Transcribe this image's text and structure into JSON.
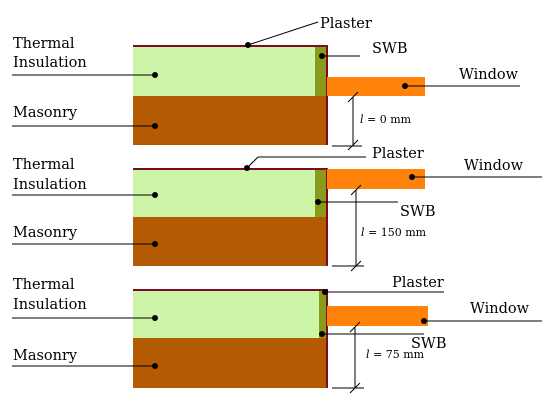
{
  "colors": {
    "insulation": "#ccf5a8",
    "masonry": "#b45a02",
    "plaster": "#7a0c24",
    "swb": "#8a9a1a",
    "window": "#ff820a"
  },
  "panels": [
    {
      "thermal_1": "Thermal",
      "thermal_2": "Insulation",
      "masonry": "Masonry",
      "plaster": "Plaster",
      "swb": "SWB",
      "window": "Window",
      "dim_italic": "l",
      "dim_rest": " = 0 mm"
    },
    {
      "thermal_1": "Thermal",
      "thermal_2": "Insulation",
      "masonry": "Masonry",
      "plaster": "Plaster",
      "swb": "SWB",
      "window": "Window",
      "dim_italic": "l",
      "dim_rest": " = 150 mm"
    },
    {
      "thermal_1": "Thermal",
      "thermal_2": "Insulation",
      "masonry": "Masonry",
      "plaster": "Plaster",
      "swb": "SWB",
      "window": "Window",
      "dim_italic": "l",
      "dim_rest": " = 75 mm"
    }
  ]
}
